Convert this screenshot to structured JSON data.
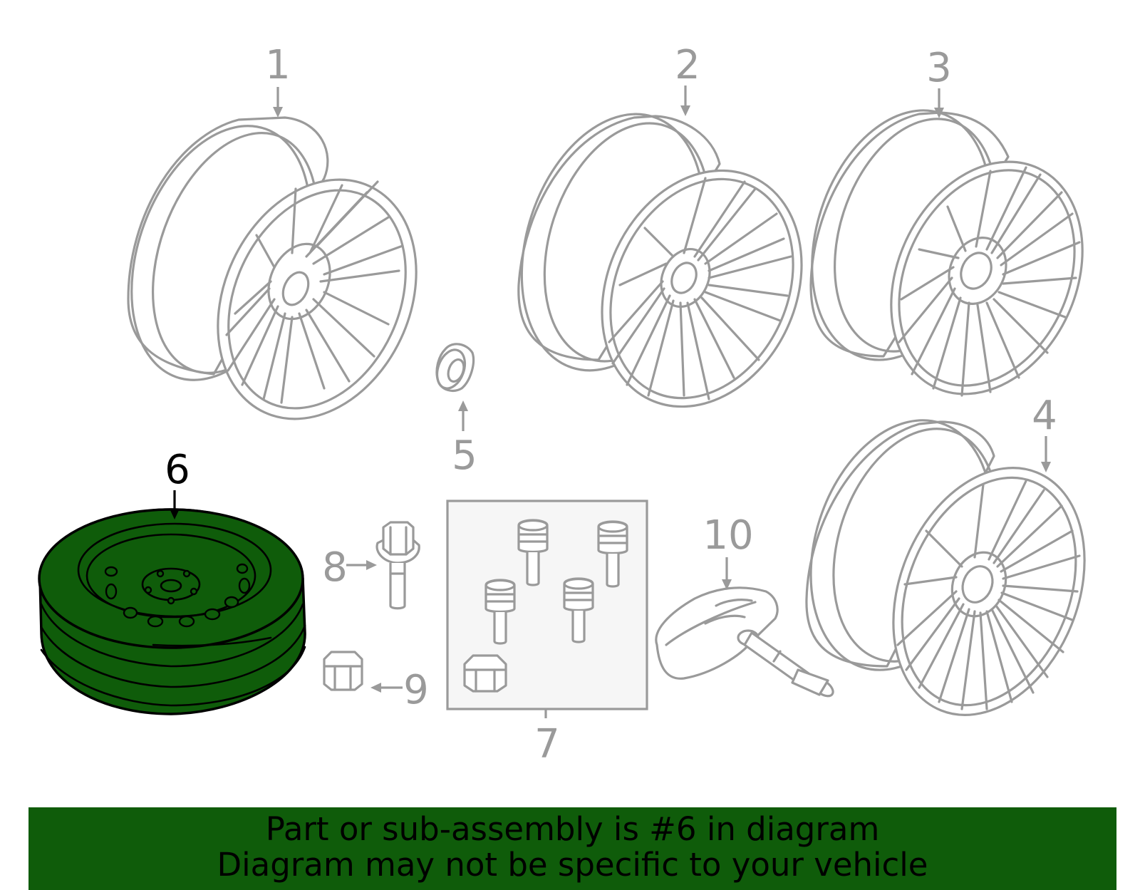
{
  "diagram": {
    "callouts": {
      "c1": "1",
      "c2": "2",
      "c3": "3",
      "c4": "4",
      "c5": "5",
      "c6": "6",
      "c7": "7",
      "c8": "8",
      "c9": "9",
      "c10": "10"
    },
    "highlighted_part": "6",
    "highlight_color": "#0f5c0a",
    "line_color": "#9a9a9a"
  },
  "banner": {
    "line1": "Part or sub-assembly is #6 in diagram",
    "line2": "Diagram may not be specific to your vehicle",
    "background": "#0f5c0a"
  }
}
